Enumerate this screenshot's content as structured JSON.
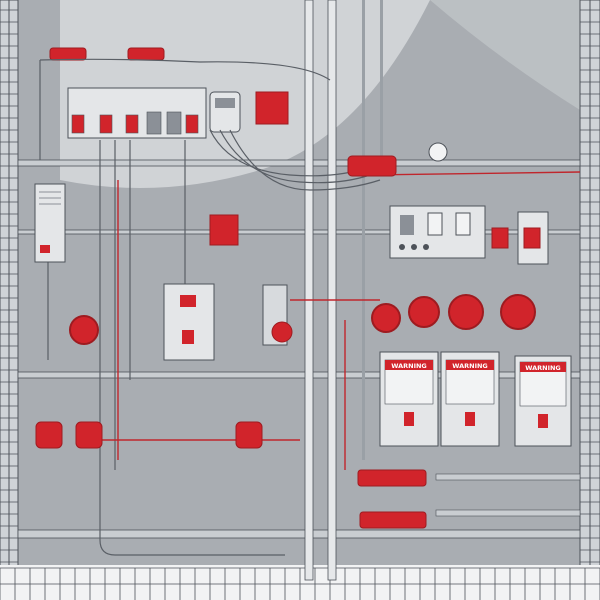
{
  "scene": {
    "subject": "electrical-fire-safety-panel-illustration"
  },
  "warning_signs": [
    {
      "header": "WARNING"
    },
    {
      "header": "WARNING"
    },
    {
      "header": "WARNING"
    }
  ],
  "colors": {
    "wall": "#a9adb2",
    "wall_light": "#d9dcdf",
    "grid_line": "#4d5259",
    "panel": "#e4e6e8",
    "panel_dark": "#8b9097",
    "accent_red": "#d1242b",
    "accent_red_dark": "#9e1b20",
    "pipe": "#c9cdd1",
    "floor": "#f2f3f4"
  }
}
